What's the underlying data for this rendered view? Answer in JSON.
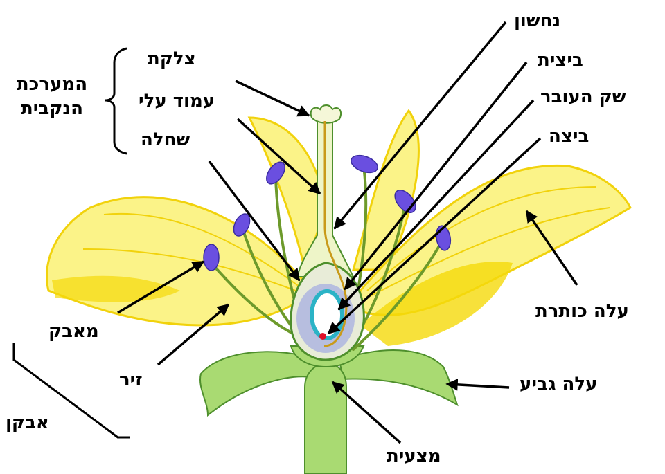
{
  "colors": {
    "petal": "#fbf388",
    "petal_dark": "#f5d90a",
    "vein": "#f1d20c",
    "sepal": "#a9da72",
    "stem": "#a9da72",
    "outline": "#4e8f2c",
    "filament": "#6d9a2b",
    "anther": "#6a4fe0",
    "ovary": "#e8ecd8",
    "sac": "#2bb3c6",
    "ovule": "#b7bedf",
    "egg": "#e0102a",
    "arrow": "#000000"
  },
  "labels": {
    "pollen_tube": "נחשון",
    "ovule": "ביצית",
    "embryo_sac": "שק העובר",
    "egg": "ביצה",
    "stigma": "צלקת",
    "style": "עמוד עלי",
    "ovary": "שחלה",
    "pistil": "המערכת הנקבית",
    "anther": "מאבק",
    "filament": "זיר",
    "stamen": "אבקן",
    "petal": "עלה כותרת",
    "sepal": "עלה גביע",
    "receptacle": "מצעית"
  }
}
